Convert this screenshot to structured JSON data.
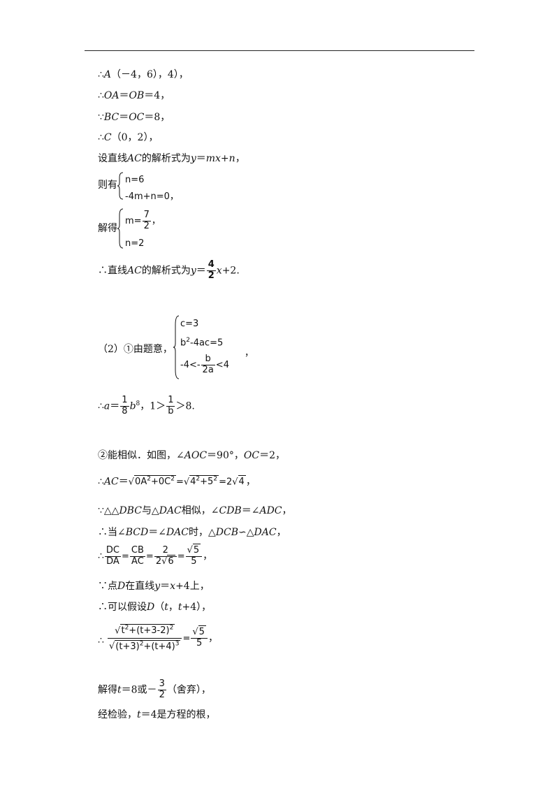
{
  "lines": {
    "l1": {
      "a": "∴",
      "b": "A",
      "c": "（－4，6），4），"
    },
    "l2": {
      "a": "∴",
      "b": "OA",
      "c": "＝",
      "d": "OB",
      "e": "＝4，"
    },
    "l3": {
      "a": "∵",
      "b": "BC",
      "c": "＝",
      "d": "OC",
      "e": "＝8，"
    },
    "l4": {
      "a": "∴",
      "b": "C",
      "c": "（0，2），"
    },
    "l5": {
      "a": "设直线",
      "b": "AC",
      "c": "的解析式为",
      "d": "y",
      "e": "＝",
      "f": "mx",
      "g": "+",
      "h": "n",
      "i": "，"
    },
    "l6": {
      "a": "则有",
      "r1": "n=6",
      "r2": "-4m+n=0",
      "tail": "，"
    },
    "l7": {
      "a": "解得",
      "r1a": "m=",
      "num": "7",
      "den": "2",
      "r1b": "，",
      "r2": "n=2"
    },
    "l8": {
      "a": "∴直线",
      "b": "AC",
      "c": "的解析式为",
      "d": "y",
      "e": "＝",
      "num": "4",
      "den": "2",
      "f": "x",
      "g": "+2."
    },
    "l9": {
      "a": "（2）①由题意，",
      "r1": "c=3",
      "r2a": "b",
      "r2sup": "2",
      "r2b": "-4ac=5",
      "r3a": "-4<-",
      "num": "b",
      "den": "2a",
      "r3b": "<4",
      "tail": "，"
    },
    "l10": {
      "a": "∴",
      "b": "a",
      "c": "＝",
      "num1": "1",
      "den1": "8",
      "d": "b",
      "dsup": "8",
      "e": "，1＞",
      "num2": "1",
      "den2": "b",
      "f": "＞8."
    },
    "l11": {
      "a": "②能相似．如图，∠",
      "b": "AOC",
      "c": "＝90°，",
      "d": "OC",
      "e": "＝2，"
    },
    "l12": {
      "a": "∴",
      "b": "AC",
      "c": "＝",
      "s1": "0A",
      "sup1": "2",
      "s1b": "+0C",
      "sup2": "2",
      "eq": "=",
      "s2": "4",
      "sup3": "2",
      "s2b": "+5",
      "sup4": "2",
      "eq2": "=2",
      "s3": "4",
      "tail": "，"
    },
    "l13": {
      "a": "∵△△",
      "b": "DBC",
      "c": "与△",
      "d": "DAC",
      "e": "相似，∠",
      "f": "CDB",
      "g": "＝∠",
      "h": "ADC",
      "i": "，"
    },
    "l14": {
      "a": "∴当∠",
      "b": "BCD",
      "c": "＝∠",
      "d": "DAC",
      "e": "时，△",
      "f": "DCB",
      "g": "∽△",
      "h": "DAC",
      "i": "，"
    },
    "l15": {
      "a": "∴",
      "n1": "DC",
      "d1": "DA",
      "eq1": "=",
      "n2": "CB",
      "d2": "AC",
      "eq2": "=",
      "n3": "2",
      "d3a": "2",
      "d3r": "6",
      "eq3": "=",
      "n4r": "5",
      "d4": "5",
      "tail": "，"
    },
    "l16": {
      "a": "∵点",
      "b": "D",
      "c": "在直线",
      "d": "y",
      "e": "＝",
      "f": "x",
      "g": "+4上，"
    },
    "l17": {
      "a": "∴可以假设",
      "b": "D",
      "c": "（",
      "d": "t",
      "e": "，",
      "f": "t",
      "g": "+4），"
    },
    "l18": {
      "a": "∴",
      "n1": "t",
      "nsup1": "2",
      "n2": "+(t+3-2)",
      "nsup2": "2",
      "d1": "(t+3)",
      "dsup1": "2",
      "d2": "+(t+4)",
      "dsup2": "3",
      "eq": "=",
      "rn": "5",
      "rd": "5",
      "tail": "，"
    },
    "l19": {
      "a": "解得",
      "b": "t",
      "c": "＝8或－",
      "num": "3",
      "den": "2",
      "d": "（舍弃），"
    },
    "l20": {
      "a": "经检验，",
      "b": "t",
      "c": "＝4是方程的根，"
    }
  }
}
